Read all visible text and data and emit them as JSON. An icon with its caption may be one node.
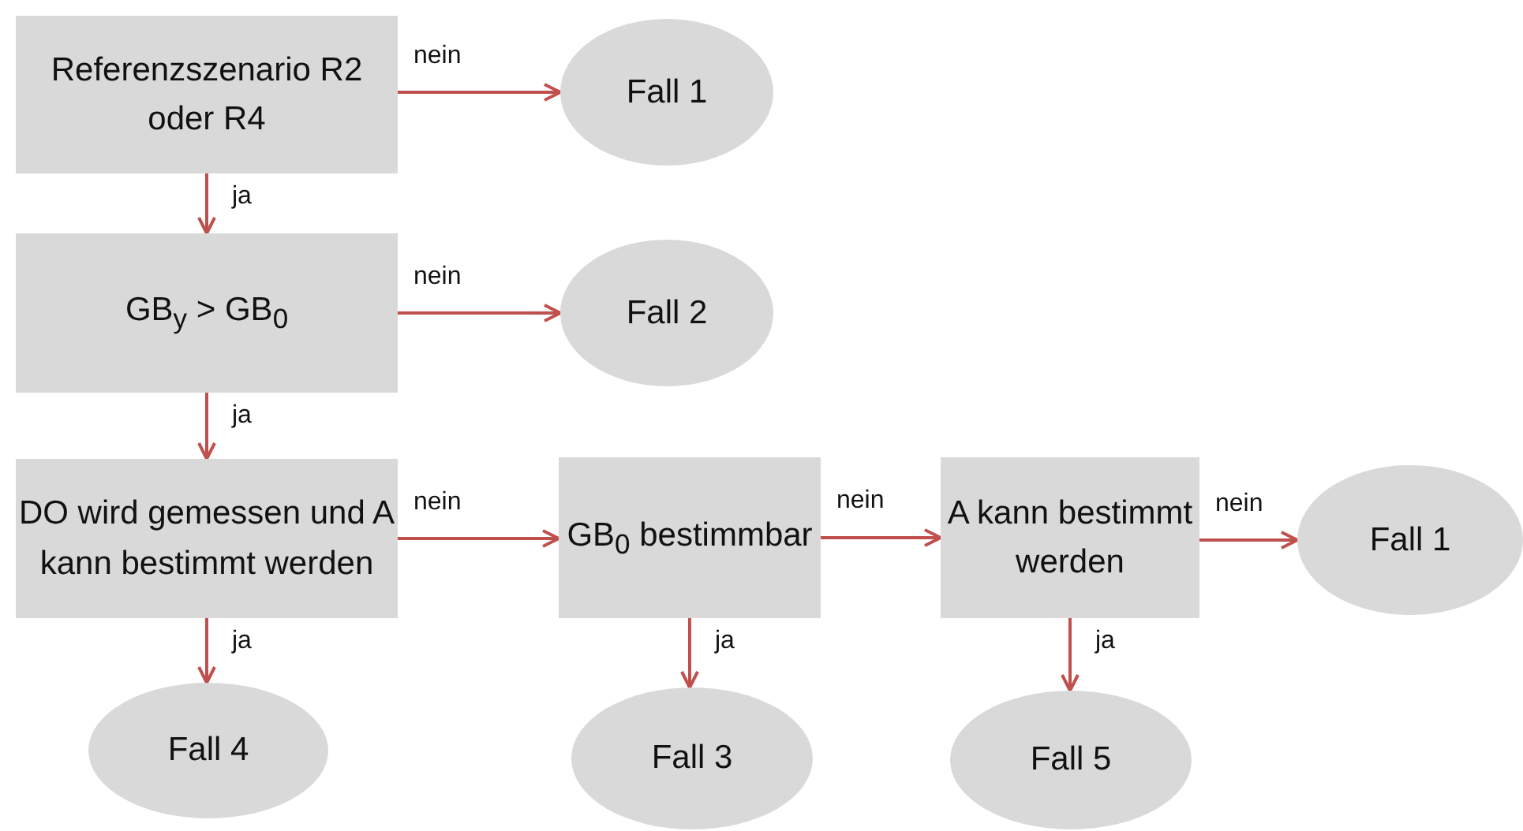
{
  "diagram": {
    "nodes": [
      {
        "text": [
          "Referenzszenario R2 oder R4"
        ]
      },
      {
        "text": [
          "Fall 1"
        ]
      },
      {
        "text": [
          "GB$_{y}$ > GB$_{0}$"
        ]
      },
      {
        "text": [
          "Fall 2"
        ]
      },
      {
        "text": [
          "DO wird gemessen und A kann bestimmt werden"
        ]
      },
      {
        "text": [
          "GB$_{0}$ bestimmbar"
        ]
      },
      {
        "text": [
          "A kann bestimmt werden"
        ]
      },
      {
        "text": [
          "Fall 1"
        ]
      },
      {
        "text": [
          "Fall 4"
        ]
      },
      {
        "text": [
          "Fall 3"
        ]
      },
      {
        "text": [
          "Fall 5"
        ]
      }
    ],
    "edges": [
      {
        "from": 0,
        "to": 1,
        "arrow": "to",
        "label": "nein"
      },
      {
        "from": 0,
        "to": 2,
        "arrow": "to",
        "label": "ja"
      },
      {
        "from": 2,
        "to": 3,
        "arrow": "to",
        "label": "nein"
      },
      {
        "from": 2,
        "to": 4,
        "arrow": "to",
        "label": "ja"
      },
      {
        "from": 4,
        "to": 5,
        "arrow": "to",
        "label": "nein"
      },
      {
        "from": 4,
        "to": 8,
        "arrow": "to",
        "label": "ja"
      },
      {
        "from": 5,
        "to": 6,
        "arrow": "to",
        "label": "nein"
      },
      {
        "from": 5,
        "to": 9,
        "arrow": "to",
        "label": "ja"
      },
      {
        "from": 6,
        "to": 7,
        "arrow": "to",
        "label": "nein"
      },
      {
        "from": 6,
        "to": 10,
        "arrow": "to",
        "label": "ja"
      }
    ]
  }
}
